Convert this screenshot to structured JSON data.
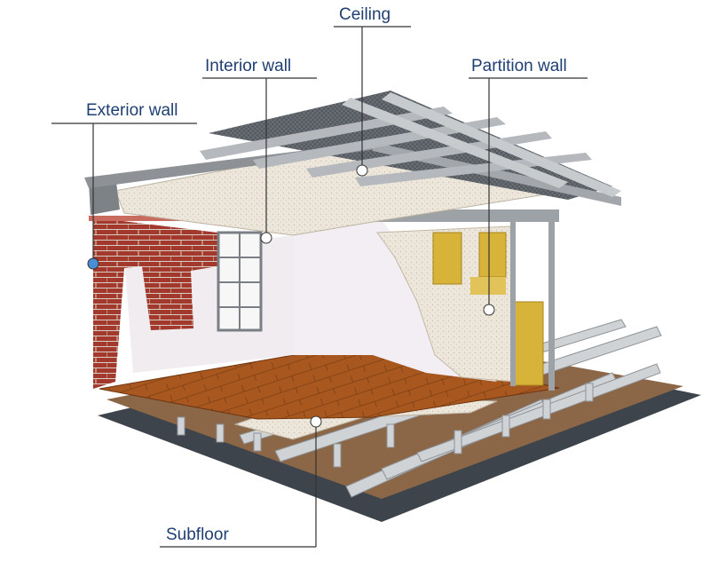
{
  "labels": {
    "ceiling": "Ceiling",
    "interior_wall": "Interior wall",
    "partition_wall": "Partition wall",
    "exterior_wall": "Exterior wall",
    "subfloor": "Subfloor"
  },
  "colors": {
    "label_text": "#1f3f73",
    "leader_line": "#333333",
    "steel_frame": "#8e9296",
    "ceiling_board": "#ece4d8",
    "brick": "#a2392c",
    "wood_floor": "#a8581f",
    "insulation": "#d8b33a",
    "slab": "#3d444b",
    "ground": "#8b6647"
  }
}
